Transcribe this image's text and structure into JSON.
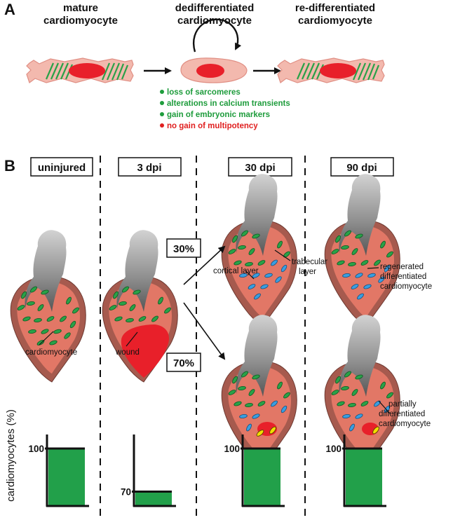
{
  "panel_a": {
    "label": "A",
    "cells": [
      {
        "line1": "mature",
        "line2": "cardiomyocyte"
      },
      {
        "line1": "dedifferentiated",
        "line2": "cardiomyocyte"
      },
      {
        "line1": "re-differentiated",
        "line2": "cardiomyocyte"
      }
    ],
    "bullets": [
      {
        "text": "loss of sarcomeres",
        "color": "#1e9c3c"
      },
      {
        "text": "alterations in calcium transients",
        "color": "#1e9c3c"
      },
      {
        "text": "gain of embryonic markers",
        "color": "#1e9c3c"
      },
      {
        "text": "no gain of multipotency",
        "color": "#e02020"
      }
    ]
  },
  "panel_b": {
    "label": "B",
    "stages": [
      "uninjured",
      "3 dpi",
      "30 dpi",
      "90 dpi"
    ],
    "branch_top": "30%",
    "branch_bottom": "70%",
    "labels": {
      "cardiomyocyte": "cardiomyocyte",
      "wound": "wound",
      "cortical": "cortical layer",
      "trabecular_1": "trabecular",
      "trabecular_2": "layer",
      "regen_1": "regenerated",
      "regen_2": "differentiated",
      "regen_3": "cardiomyocyte",
      "partial_1": "partially",
      "partial_2": "differentiated",
      "partial_3": "cardiomyocyte"
    },
    "ylabel": "cardiomyocytes (%)",
    "bars": [
      {
        "stage": "uninjured",
        "value": 100,
        "tick": "100"
      },
      {
        "stage": "3 dpi",
        "value": 70,
        "tick": "70"
      },
      {
        "stage": "30 dpi",
        "value": 100,
        "tick": "100"
      },
      {
        "stage": "90 dpi",
        "value": 100,
        "tick": "100"
      }
    ]
  },
  "colors": {
    "sarcomere_green": "#2aa148",
    "nucleus_red": "#e8202a",
    "cell_pink": "#f3b9ae",
    "heart_outer": "#a65a4e",
    "heart_inner": "#e27766",
    "myocyte_blue": "#3a9ee0",
    "partial_yellow": "#f4dd00",
    "bar_green": "#22a04a"
  }
}
